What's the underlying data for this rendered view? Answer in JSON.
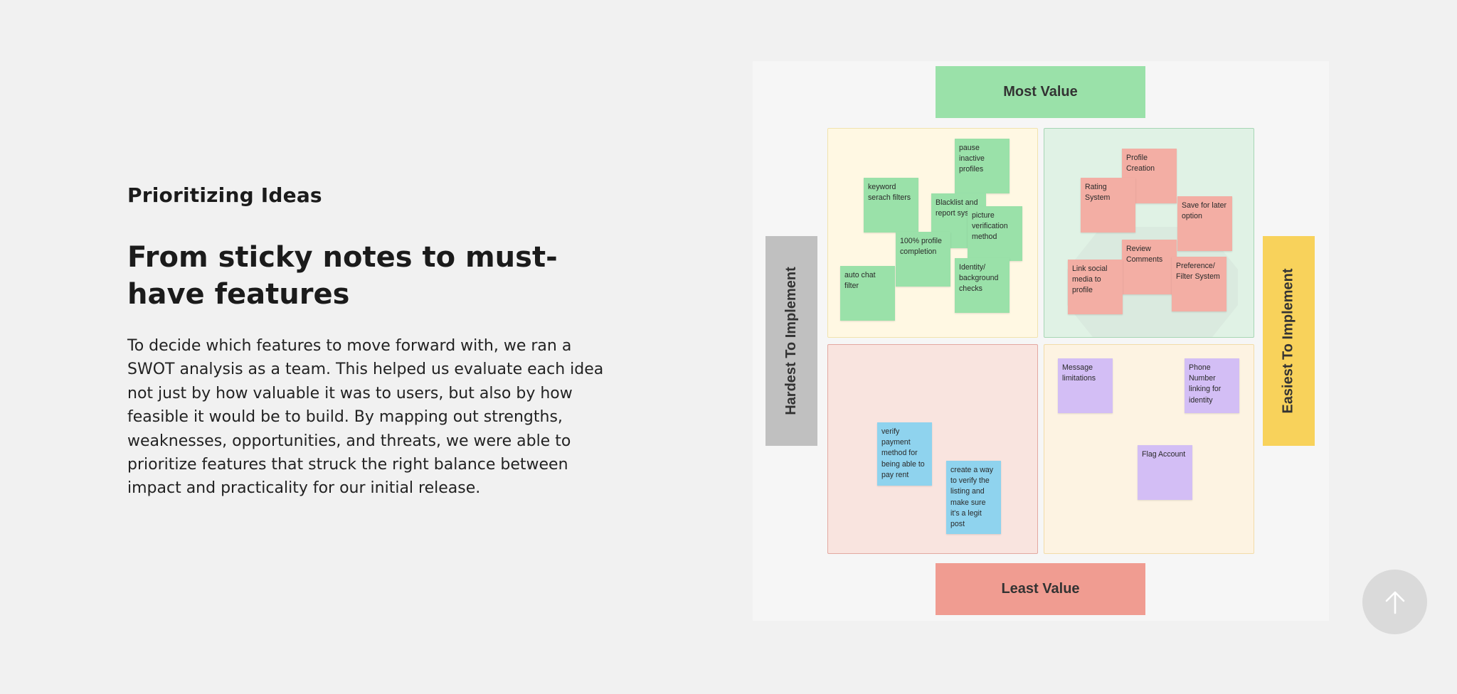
{
  "section": {
    "eyebrow": "Prioritizing Ideas",
    "headline": "From sticky notes to must-have features",
    "body": "To decide which features to move forward with, we ran a SWOT analysis as a team. This helped us evaluate each idea not just by how valuable it was to users, but also by how feasible it would be to build. By mapping out strengths, weaknesses, opportunities, and threats, we were able to prioritize features that struck the right balance between impact and practicality for our initial release."
  },
  "matrix": {
    "top_label": "Most Value",
    "bottom_label": "Least Value",
    "left_label": "Hardest To Implement",
    "right_label": "Easiest To Implement",
    "notes": {
      "tl": [
        "pause inactive profiles",
        "keyword serach filters",
        "Blacklist and report system",
        "picture verification method",
        "100% profile completion",
        "auto chat filter",
        "Identity/ background checks"
      ],
      "tr": [
        "Profile Creation",
        "Rating System",
        "Save for later option",
        "Review Comments",
        "Link social media to profile",
        "Preference/ Filter System"
      ],
      "bl": [
        "verify payment method for being able to pay rent",
        "create a way to verify the listing and make sure it's a legit post"
      ],
      "br": [
        "Message limitations",
        "Phone Number linking for identity",
        "Flag Account"
      ]
    }
  },
  "colors": {
    "green_note": "#9ae1a9",
    "red_note": "#f3aea4",
    "blue_note": "#8fd3ee",
    "purple_note": "#d3bef5",
    "most_value": "#9ae1a9",
    "least_value": "#f09c91",
    "hardest": "#c0c0c0",
    "easiest": "#f8d25b"
  },
  "scroll_top_icon": "arrow-up-icon"
}
